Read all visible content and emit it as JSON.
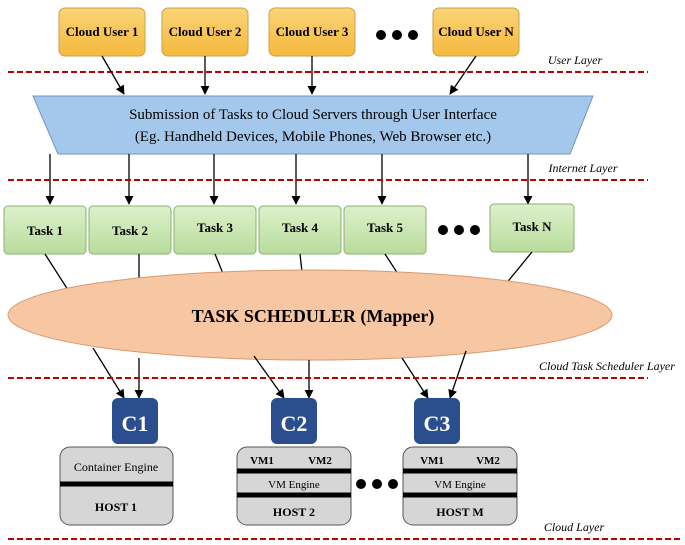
{
  "users": [
    "Cloud User 1",
    "Cloud User 2",
    "Cloud User 3",
    "Cloud User N"
  ],
  "layers": {
    "user": "User Layer",
    "internet": "Internet Layer",
    "scheduler": "Cloud Task Scheduler Layer",
    "cloud": "Cloud Layer"
  },
  "submission": {
    "line1": "Submission of Tasks to Cloud Servers through User Interface",
    "line2": "(Eg. Handheld Devices, Mobile Phones, Web Browser etc.)"
  },
  "tasks": [
    "Task 1",
    "Task 2",
    "Task 3",
    "Task 4",
    "Task 5",
    "Task N"
  ],
  "scheduler": {
    "label": "TASK SCHEDULER (Mapper)"
  },
  "containers": [
    "C1",
    "C2",
    "C3"
  ],
  "host1": {
    "engine": "Container Engine",
    "name": "HOST 1"
  },
  "host2": {
    "vm1": "VM1",
    "vm2": "VM2",
    "engine": "VM Engine",
    "name": "HOST 2"
  },
  "hostM": {
    "vm1": "VM1",
    "vm2": "VM2",
    "engine": "VM Engine",
    "name": "HOST M"
  },
  "colors": {
    "user_box": "#f7c456",
    "task_box": "#c9e6b3",
    "submission": "#a4c8ec",
    "scheduler": "#f7c6a3",
    "container": "#2b4f8e",
    "host": "#d6d6d6",
    "divider": "#c00000"
  }
}
